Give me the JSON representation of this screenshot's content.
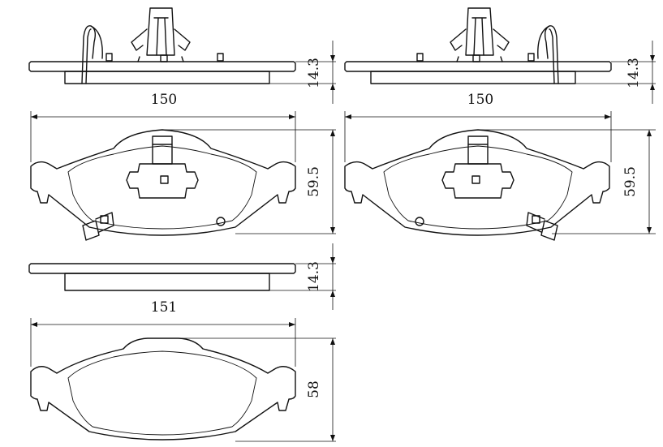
{
  "dimensions": {
    "pad1_thickness": "14.3",
    "pad1_length": "150",
    "pad1_height": "59.5",
    "pad2_thickness": "14.3",
    "pad2_length": "150",
    "pad2_height": "59.5",
    "pad3_thickness": "14.3",
    "pad3_length": "151",
    "pad3_height": "58"
  },
  "colors": {
    "line": "#111111",
    "background": "#ffffff"
  }
}
